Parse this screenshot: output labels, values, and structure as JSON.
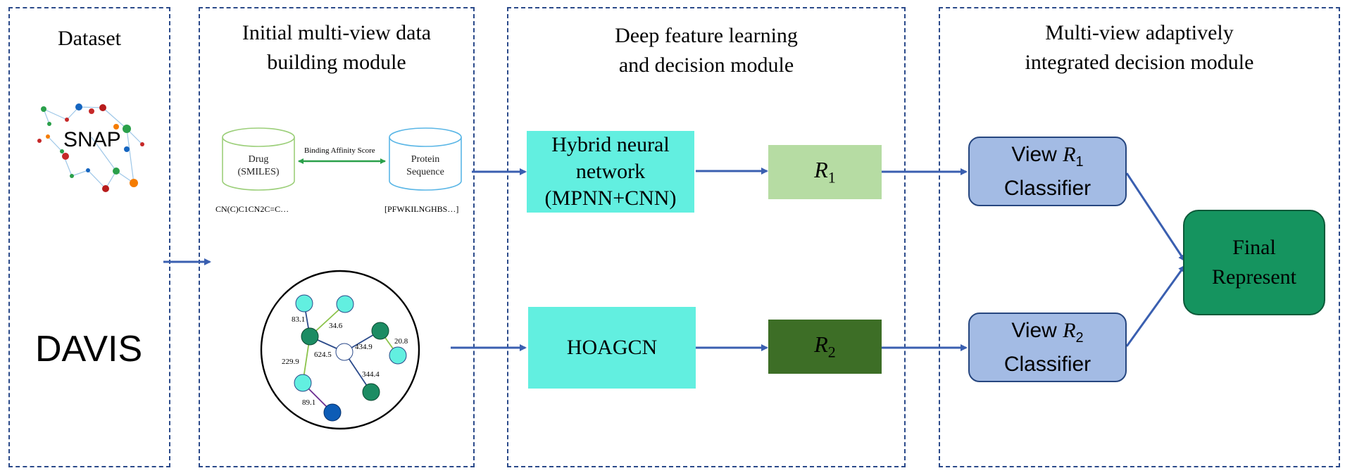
{
  "panels": {
    "dataset": {
      "title": "Dataset"
    },
    "initial": {
      "title_line1": "Initial multi-view data",
      "title_line2": "building module"
    },
    "deep": {
      "title_line1": "Deep feature learning",
      "title_line2": "and decision module"
    },
    "multi": {
      "title_line1": "Multi-view adaptively",
      "title_line2": "integrated decision module"
    }
  },
  "dataset": {
    "snap": "SNAP",
    "davis": "DAVIS"
  },
  "initial": {
    "drug_line1": "Drug",
    "drug_line2": "(SMILES)",
    "protein_line1": "Protein",
    "protein_line2": "Sequence",
    "affinity_label": "Binding Affinity Score",
    "smiles": "CN(C)C1CN2C=C…",
    "sequence": "[PFWKILNGHBS…]",
    "edge_weights": [
      "83.1",
      "34.6",
      "624.5",
      "434.9",
      "20.8",
      "229.9",
      "344.4",
      "89.1"
    ]
  },
  "deep": {
    "hybrid_line1": "Hybrid neural",
    "hybrid_line2": "network",
    "hybrid_line3": "(MPNN+CNN)",
    "hoagcn": "HOAGCN",
    "r1": "R",
    "r1_sub": "1",
    "r2": "R",
    "r2_sub": "2"
  },
  "multi": {
    "view1_prefix": "View ",
    "view1_r": "R",
    "view1_sub": "1",
    "view1_line2": "Classifier",
    "view2_prefix": "View ",
    "view2_r": "R",
    "view2_sub": "2",
    "view2_line2": "Classifier",
    "final_line1": "Final",
    "final_line2": "Represent"
  },
  "colors": {
    "border": "#2b4a8a",
    "arrow": "#3a5fb0",
    "cyan": "#62efe0",
    "r1": "#b6dca3",
    "r2": "#3d6e26",
    "view": "#a3bbe4",
    "final": "#15945f",
    "node_teal": "#1c8c63",
    "node_cyan": "#62efe0",
    "node_blue": "#0d5cb6"
  }
}
